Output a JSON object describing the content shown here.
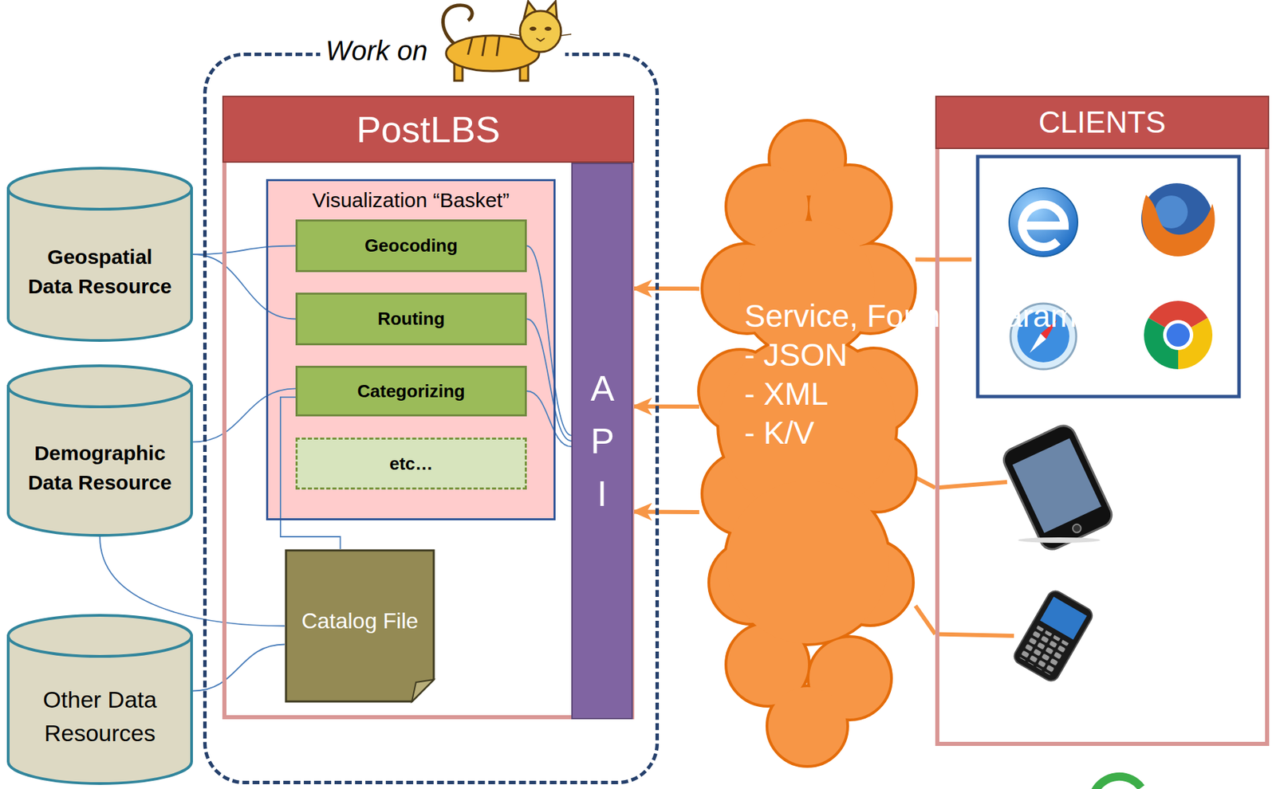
{
  "diagram": {
    "nodes": [
      {
        "text": [
          "Geospatial Data Resource"
        ]
      },
      {
        "text": [
          "Demographic Data Resource"
        ]
      },
      {
        "text": [
          "Other Data Resources"
        ]
      },
      {
        "text": [
          "Work on"
        ]
      },
      {
        "text": [
          "PostLBS"
        ],
        "in": 3
      },
      {
        "text": [
          "Visualization “Basket”"
        ],
        "in": 4
      },
      {
        "text": [
          "Geocoding"
        ],
        "in": 5
      },
      {
        "text": [
          "Routing"
        ],
        "in": 5
      },
      {
        "text": [
          "Categorizing"
        ],
        "in": 5
      },
      {
        "text": [
          "etc…"
        ],
        "in": 5
      },
      {
        "text": [
          "A P I"
        ],
        "in": 4
      },
      {
        "text": [
          "Catalog File"
        ],
        "in": 4
      },
      {
        "text": [
          "Service, Format, Params",
          "- JSON",
          "- XML",
          "- K/V"
        ]
      },
      {
        "text": [
          "CLIENTS"
        ]
      }
    ],
    "edges": [
      {
        "from": 0,
        "to": 6,
        "arrow": "none"
      },
      {
        "from": 0,
        "to": 7,
        "arrow": "none"
      },
      {
        "from": 1,
        "to": 8,
        "arrow": "none"
      },
      {
        "from": 6,
        "to": 10,
        "arrow": "none"
      },
      {
        "from": 7,
        "to": 10,
        "arrow": "none"
      },
      {
        "from": 8,
        "to": 10,
        "arrow": "none"
      },
      {
        "from": 8,
        "to": 11,
        "arrow": "none"
      },
      {
        "from": 1,
        "to": 11,
        "arrow": "none"
      },
      {
        "from": 2,
        "to": 11,
        "arrow": "none"
      },
      {
        "from": 12,
        "to": 10,
        "arrow": "to"
      },
      {
        "from": 12,
        "to": 10,
        "arrow": "to"
      },
      {
        "from": 12,
        "to": 10,
        "arrow": "to"
      },
      {
        "from": 13,
        "to": 12,
        "arrow": "none"
      },
      {
        "from": 13,
        "to": 12,
        "arrow": "none"
      },
      {
        "from": 13,
        "to": 12,
        "arrow": "none"
      }
    ]
  }
}
